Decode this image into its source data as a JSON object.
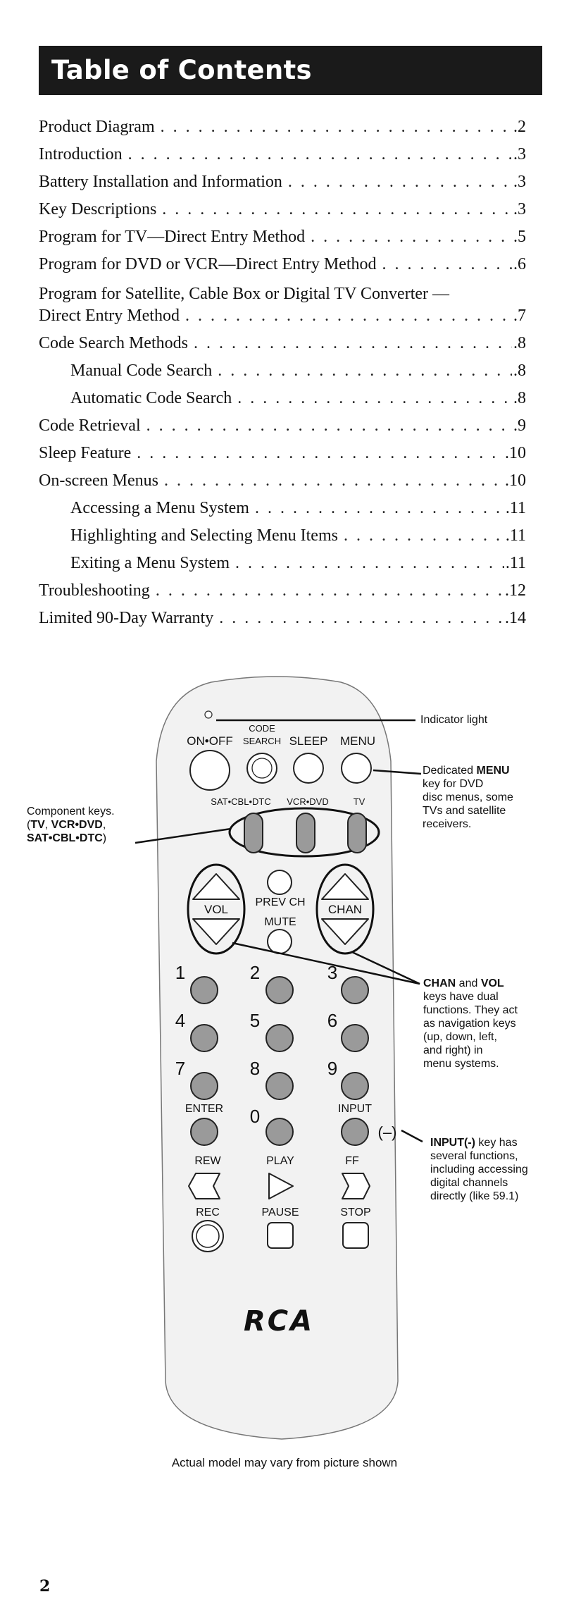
{
  "title": "Table of Contents",
  "toc": [
    {
      "text": "Product Diagram",
      "page": ".2"
    },
    {
      "text": "Introduction",
      "page": ".3"
    },
    {
      "text": "Battery Installation and Information",
      "page": ".3"
    },
    {
      "text": "Key Descriptions",
      "page": ".3"
    },
    {
      "text": "Program for TV—Direct Entry Method",
      "page": ".5"
    },
    {
      "text": "Program for DVD or VCR—Direct Entry Method",
      "page": ".6"
    },
    {
      "text_line1": "Program for Satellite, Cable Box or Digital TV Converter —",
      "text": "Direct Entry Method",
      "page": ".7"
    },
    {
      "text": "Code Search Methods",
      "page": ".8"
    },
    {
      "text": "Manual Code Search",
      "page": ".8"
    },
    {
      "text": "Automatic Code Search",
      "page": ".8"
    },
    {
      "text": "Code Retrieval",
      "page": ".9"
    },
    {
      "text": "Sleep Feature",
      "page": ".10"
    },
    {
      "text": "On-screen Menus",
      "page": ".10"
    },
    {
      "text": "Accessing a Menu System",
      "page": ".11"
    },
    {
      "text": "Highlighting and Selecting Menu Items",
      "page": ".11"
    },
    {
      "text": "Exiting a Menu System",
      "page": ".11"
    },
    {
      "text": "Troubleshooting",
      "page": ".12"
    },
    {
      "text": "Limited 90-Day Warranty",
      "page": ".14"
    }
  ],
  "remote": {
    "top_keys": {
      "on_off": "ON•OFF",
      "code_search_1": "CODE",
      "code_search_2": "SEARCH",
      "sleep": "SLEEP",
      "menu": "MENU"
    },
    "component_keys": {
      "sat": "SAT•CBL•DTC",
      "vcr": "VCR•DVD",
      "tv": "TV"
    },
    "vol": "VOL",
    "chan": "CHAN",
    "prev_ch": "PREV CH",
    "mute": "MUTE",
    "digits": [
      "1",
      "2",
      "3",
      "4",
      "5",
      "6",
      "7",
      "8",
      "9",
      "0"
    ],
    "enter": "ENTER",
    "input": "INPUT",
    "transport": {
      "rew": "REW",
      "play": "PLAY",
      "ff": "FF",
      "rec": "REC",
      "pause": "PAUSE",
      "stop": "STOP"
    },
    "brand": "RCA",
    "minus_symbol": "(–)"
  },
  "callouts": {
    "indicator": "Indicator light",
    "menu_bold": "MENU",
    "menu_pre": "Dedicated ",
    "menu_lines": [
      "key for DVD",
      "disc menus, some",
      "TVs and satellite",
      "receivers."
    ],
    "component_1": "Component keys.",
    "component_tv": "TV",
    "component_vcr": "VCR•DVD",
    "component_sat": "SAT•CBL•DTC",
    "chan_bold": "CHAN",
    "chan_and": " and ",
    "vol_bold": "VOL",
    "chanvol_lines": [
      "keys have dual",
      "functions. They act",
      "as navigation keys",
      "(up, down, left,",
      "and right) in",
      "menu systems."
    ],
    "input_bold": "INPUT(-)",
    "input_rest": " key has",
    "input_lines": [
      "several functions,",
      "including accessing",
      "digital channels",
      "directly (like 59.1)"
    ]
  },
  "caption": "Actual model may vary from picture shown",
  "page_number": "2",
  "colors": {
    "title_bar": "#1a1a1a",
    "key_fill": "#9a9a9a",
    "remote_body": "#f2f2f2"
  }
}
